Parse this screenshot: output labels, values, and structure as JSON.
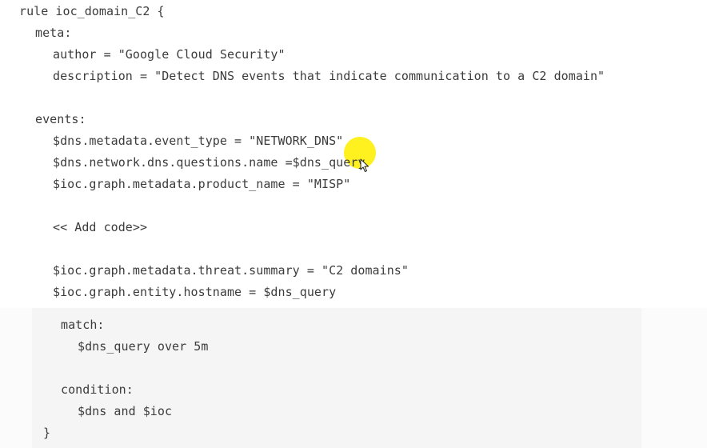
{
  "code": {
    "lines": [
      "rule ioc_domain_C2 {",
      "meta:",
      "author = \"Google Cloud Security\"",
      "description = \"Detect DNS events that indicate communication to a C2 domain\"",
      "events:",
      "$dns.metadata.event_type = \"NETWORK_DNS\"",
      "$dns.network.dns.questions.name =$dns_query",
      "$ioc.graph.metadata.product_name = \"MISP\"",
      "<< Add code>>",
      "$ioc.graph.metadata.threat.summary = \"C2 domains\"",
      "$ioc.graph.entity.hostname = $dns_query",
      "match:",
      "$dns_query over 5m",
      "condition:",
      "$dns and $ioc",
      "}"
    ]
  },
  "colors": {
    "highlight": "#ffee00",
    "text": "#3c3c3c"
  },
  "cursor": {
    "icon": "arrow-pointer-icon"
  }
}
